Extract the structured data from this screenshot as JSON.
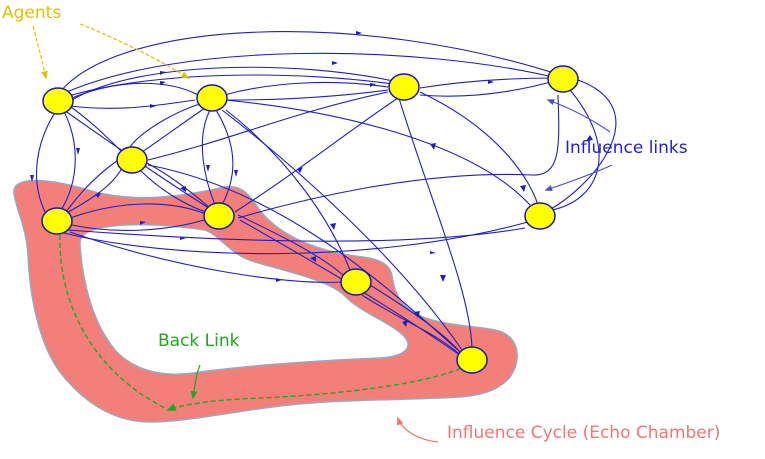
{
  "diagram": {
    "labels": {
      "agents": "Agents",
      "influence_links": "Influence links",
      "back_link": "Back Link",
      "influence_cycle": "Influence Cycle (Echo Chamber)"
    },
    "colors": {
      "agent_fill": "#ffff00",
      "agent_stroke": "#1a1aa6",
      "link": "#1f1fc0",
      "cycle_fill": "#f37f7a",
      "cycle_stroke": "#9aa8bf",
      "back_link": "#22a522",
      "agents_label": "#e0c000",
      "influence_links_label": "#1f1fd0",
      "back_link_label": "#22a522",
      "cycle_label": "#ee7770"
    }
  }
}
